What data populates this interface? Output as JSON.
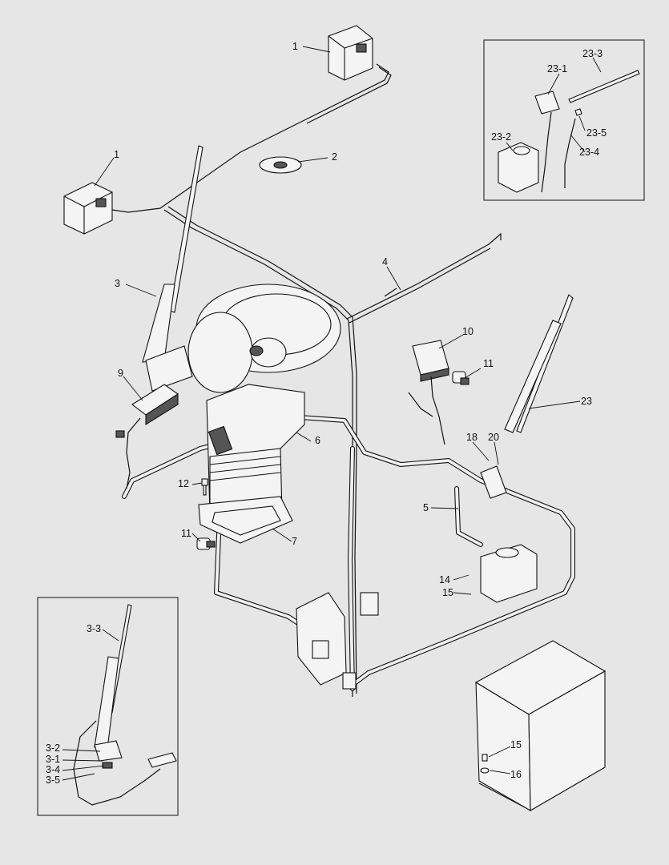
{
  "callouts": {
    "c1a": "1",
    "c1b": "1",
    "c2": "2",
    "c3": "3",
    "c4": "4",
    "c5": "5",
    "c6": "6",
    "c7": "7",
    "c9": "9",
    "c10": "10",
    "c11a": "11",
    "c11b": "11",
    "c12": "12",
    "c14": "14",
    "c15a": "15",
    "c15b": "15",
    "c16": "16",
    "c18": "18",
    "c20": "20",
    "c23": "23"
  },
  "inset_rear_wiper": {
    "c23_1": "23-1",
    "c23_2": "23-2",
    "c23_3": "23-3",
    "c23_4": "23-4",
    "c23_5": "23-5"
  },
  "inset_front_wiper": {
    "c3_1": "3-1",
    "c3_2": "3-2",
    "c3_3": "3-3",
    "c3_4": "3-4",
    "c3_5": "3-5"
  }
}
